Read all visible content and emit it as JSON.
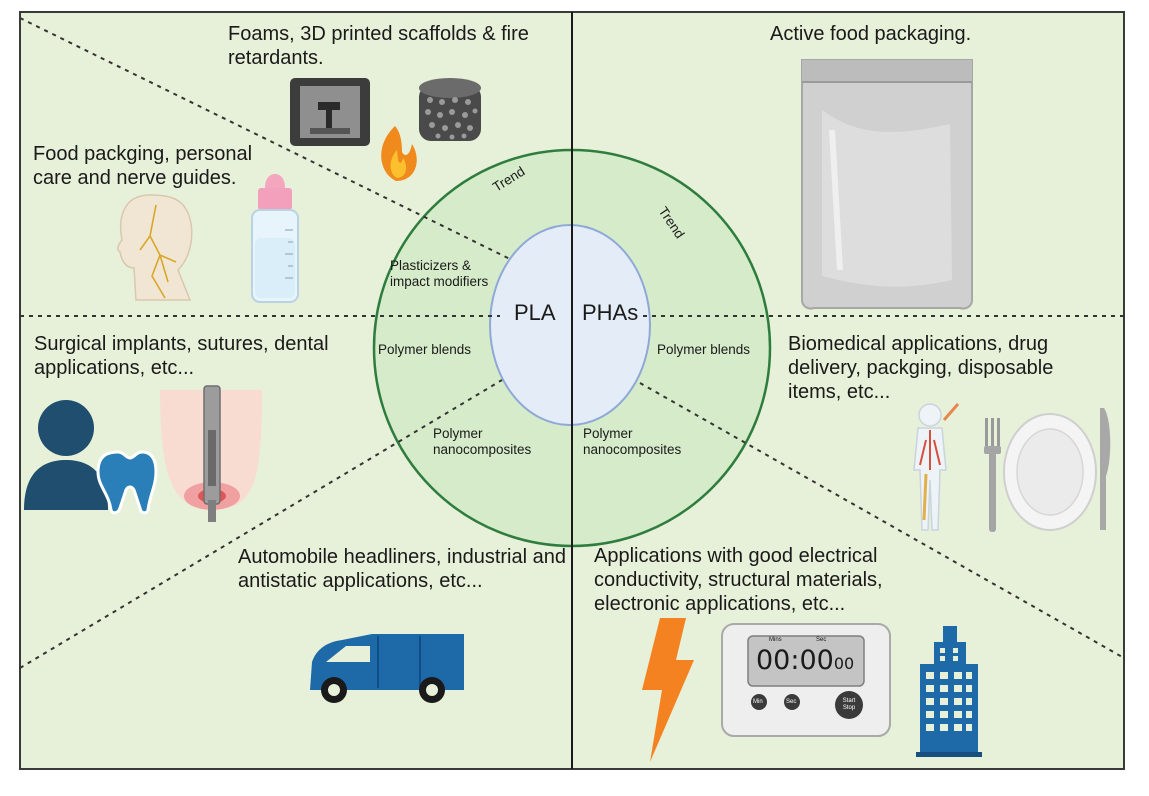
{
  "labels": {
    "top_left_upper": "Foams, 3D printed scaffolds & fire retardants.",
    "top_left_lower": "Food packging, personal care and nerve guides.",
    "top_right": "Active food packaging.",
    "middle_left": "Surgical implants, sutures, dental applications, etc...",
    "middle_right": "Biomedical applications, drug delivery, packging, disposable items, etc...",
    "bottom_left": "Automobile headliners, industrial and antistatic applications, etc...",
    "bottom_right": "Applications with good electrical conductivity, structural materials, electronic applications, etc..."
  },
  "circle": {
    "core_left": "PLA",
    "core_right": "PHAs",
    "trend_left": "Trend",
    "trend_right": "Trend",
    "plasticizers": "Plasticizers & impact modifiers",
    "blends_left": "Polymer blends",
    "blends_right": "Polymer blends",
    "nano_left": "Polymer nanocomposites",
    "nano_right": "Polymer nanocomposites"
  },
  "timer": {
    "display": "00:00",
    "display_small": "00",
    "btn_min": "Min",
    "btn_sec": "Sec",
    "btn_start": "Start Stop",
    "label_min": "Mins",
    "label_sec": "Sec"
  },
  "icons": [
    "printer-3d-icon",
    "scaffold-icon",
    "flame-icon",
    "head-nerves-icon",
    "baby-bottle-icon",
    "person-icon",
    "tooth-icon",
    "dental-implant-icon",
    "food-bag-icon",
    "body-vessels-icon",
    "fork-icon",
    "plate-icon",
    "knife-icon",
    "van-icon",
    "lightning-icon",
    "timer-icon",
    "building-icon"
  ],
  "colors": {
    "background": "#e7f0d8",
    "border": "#3a3a3a",
    "outer_circle_fill": "#d6ebc9",
    "outer_circle_stroke": "#2e7d3e",
    "inner_ellipse_fill": "#e3ecf7",
    "inner_ellipse_stroke": "#8fa9d6",
    "person_blue": "#1f4e6e",
    "van_blue": "#1e6aa8",
    "flame_orange": "#f08a1c",
    "lightning_orange": "#f58220"
  }
}
